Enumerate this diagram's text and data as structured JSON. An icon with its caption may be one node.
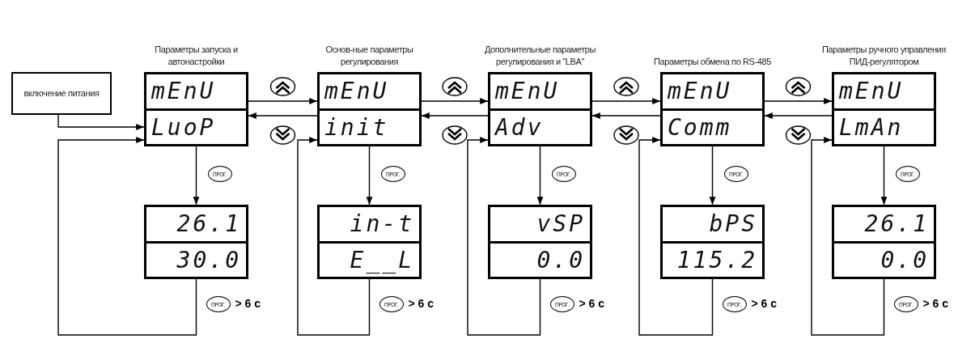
{
  "diagram": {
    "nodes": [
      {
        "text": [
          "включение питания"
        ]
      },
      {
        "text": [
          "Параметры запуска и автонастройки",
          "mEnU",
          "LuoP"
        ]
      },
      {
        "text": [
          "Основ-ные параметры регулирования",
          "mEnU",
          "init"
        ]
      },
      {
        "text": [
          "Дополнительные параметры регулирования и \"LBA\"",
          "mEnU",
          "Adv"
        ]
      },
      {
        "text": [
          "Параметры обмена по RS-485",
          "mEnU",
          "Comm"
        ]
      },
      {
        "text": [
          "Параметры ручного управления ПИД-регулятором",
          "mEnU",
          "LmAn"
        ]
      },
      {
        "text": [
          "26.1",
          "30.0"
        ]
      },
      {
        "text": [
          "in-t",
          "E__L"
        ]
      },
      {
        "text": [
          "vSP",
          "0.0"
        ]
      },
      {
        "text": [
          "bPS",
          "115.2"
        ]
      },
      {
        "text": [
          "26.1",
          "0.0"
        ]
      }
    ],
    "edges": [
      {
        "from": 0,
        "to": 1,
        "arrow": "to"
      },
      {
        "from": 1,
        "to": 2,
        "arrow": "to"
      },
      {
        "from": 2,
        "to": 3,
        "arrow": "to"
      },
      {
        "from": 3,
        "to": 4,
        "arrow": "to"
      },
      {
        "from": 4,
        "to": 5,
        "arrow": "to"
      },
      {
        "from": 2,
        "to": 1,
        "arrow": "to"
      },
      {
        "from": 3,
        "to": 2,
        "arrow": "to"
      },
      {
        "from": 4,
        "to": 3,
        "arrow": "to"
      },
      {
        "from": 5,
        "to": 4,
        "arrow": "to"
      },
      {
        "from": 1,
        "to": 6,
        "arrow": "to",
        "label": "ПРОГ."
      },
      {
        "from": 2,
        "to": 7,
        "arrow": "to",
        "label": "ПРОГ."
      },
      {
        "from": 3,
        "to": 8,
        "arrow": "to",
        "label": "ПРОГ."
      },
      {
        "from": 4,
        "to": 9,
        "arrow": "to",
        "label": "ПРОГ."
      },
      {
        "from": 5,
        "to": 10,
        "arrow": "to",
        "label": "ПРОГ."
      },
      {
        "from": 6,
        "to": 1,
        "arrow": "to",
        "label": "> 6 с"
      },
      {
        "from": 7,
        "to": 2,
        "arrow": "to",
        "label": "> 6 с"
      },
      {
        "from": 8,
        "to": 3,
        "arrow": "to",
        "label": "> 6 с"
      },
      {
        "from": 9,
        "to": 4,
        "arrow": "to",
        "label": "> 6 с"
      },
      {
        "from": 10,
        "to": 5,
        "arrow": "to",
        "label": "> 6 с"
      }
    ],
    "labels": [
      "ПРОГ.",
      "ПРОГ.",
      "ПРОГ.",
      "ПРОГ.",
      "ПРОГ."
    ]
  }
}
